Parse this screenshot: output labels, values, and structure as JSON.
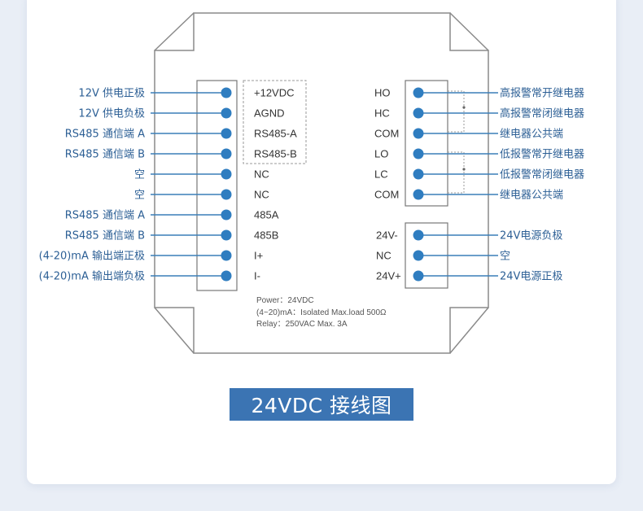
{
  "title": "24VDC 接线图",
  "left_terminal": {
    "pin_labels": [
      "+12VDC",
      "AGND",
      "RS485-A",
      "RS485-B",
      "NC",
      "NC",
      "485A",
      "485B",
      "I+",
      "I-"
    ],
    "external_labels": [
      "12V 供电正极",
      "12V 供电负极",
      "RS485 通信端 A",
      "RS485 通信端 B",
      "空",
      "空",
      "RS485 通信端 A",
      "RS485 通信端 B",
      "(4-20)mA 输出端正极",
      "(4-20)mA 输出端负极"
    ]
  },
  "relay_terminal": {
    "pin_labels": [
      "HO",
      "HC",
      "COM",
      "LO",
      "LC",
      "COM"
    ],
    "external_labels": [
      "高报警常开继电器",
      "高报警常闭继电器",
      "继电器公共端",
      "低报警常开继电器",
      "低报警常闭继电器",
      "继电器公共端"
    ]
  },
  "power_terminal": {
    "pin_labels": [
      "24V-",
      "NC",
      "24V+"
    ],
    "external_labels": [
      "24V电源负极",
      "空",
      "24V电源正极"
    ]
  },
  "notes": [
    "Power：24VDC",
    "(4~20)mA：Isolated Max.load 500Ω",
    "Relay：250VAC Max. 3A"
  ],
  "colors": {
    "wire": "#3a7fb8",
    "dot": "#2f7dc0",
    "label": "#2c5f95",
    "banner": "#3b74b3"
  }
}
